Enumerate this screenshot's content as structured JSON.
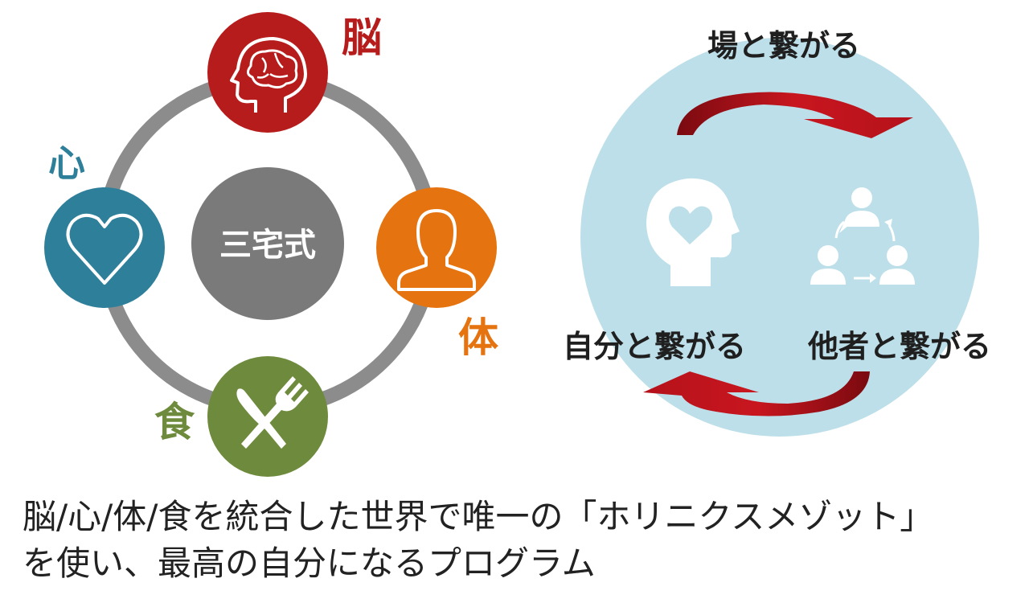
{
  "left_diagram": {
    "center_label": "三宅式",
    "nodes": [
      {
        "key": "brain",
        "label": "脳",
        "icon": "head-brain-icon",
        "color": "#b71c1c"
      },
      {
        "key": "body",
        "label": "体",
        "icon": "person-bust-icon",
        "color": "#e5730f"
      },
      {
        "key": "food",
        "label": "食",
        "icon": "knife-fork-icon",
        "color": "#6e8b3d"
      },
      {
        "key": "heart",
        "label": "心",
        "icon": "heart-outline-icon",
        "color": "#2e7f9a"
      }
    ],
    "ring_color": "#8c8c8c",
    "center_color": "#7a7a7a"
  },
  "right_diagram": {
    "circle_color": "#bddfe9",
    "arrow_color": "#b5121b",
    "labels": {
      "place": "場と繋がる",
      "self": "自分と繋がる",
      "others": "他者と繋がる"
    },
    "icons": [
      "head-heart-icon",
      "people-cycle-icon"
    ]
  },
  "caption": {
    "line1": "脳/心/体/食を統合した世界で唯一の「ホリニクスメゾット」",
    "line2": "を使い、最高の自分になるプログラム"
  }
}
